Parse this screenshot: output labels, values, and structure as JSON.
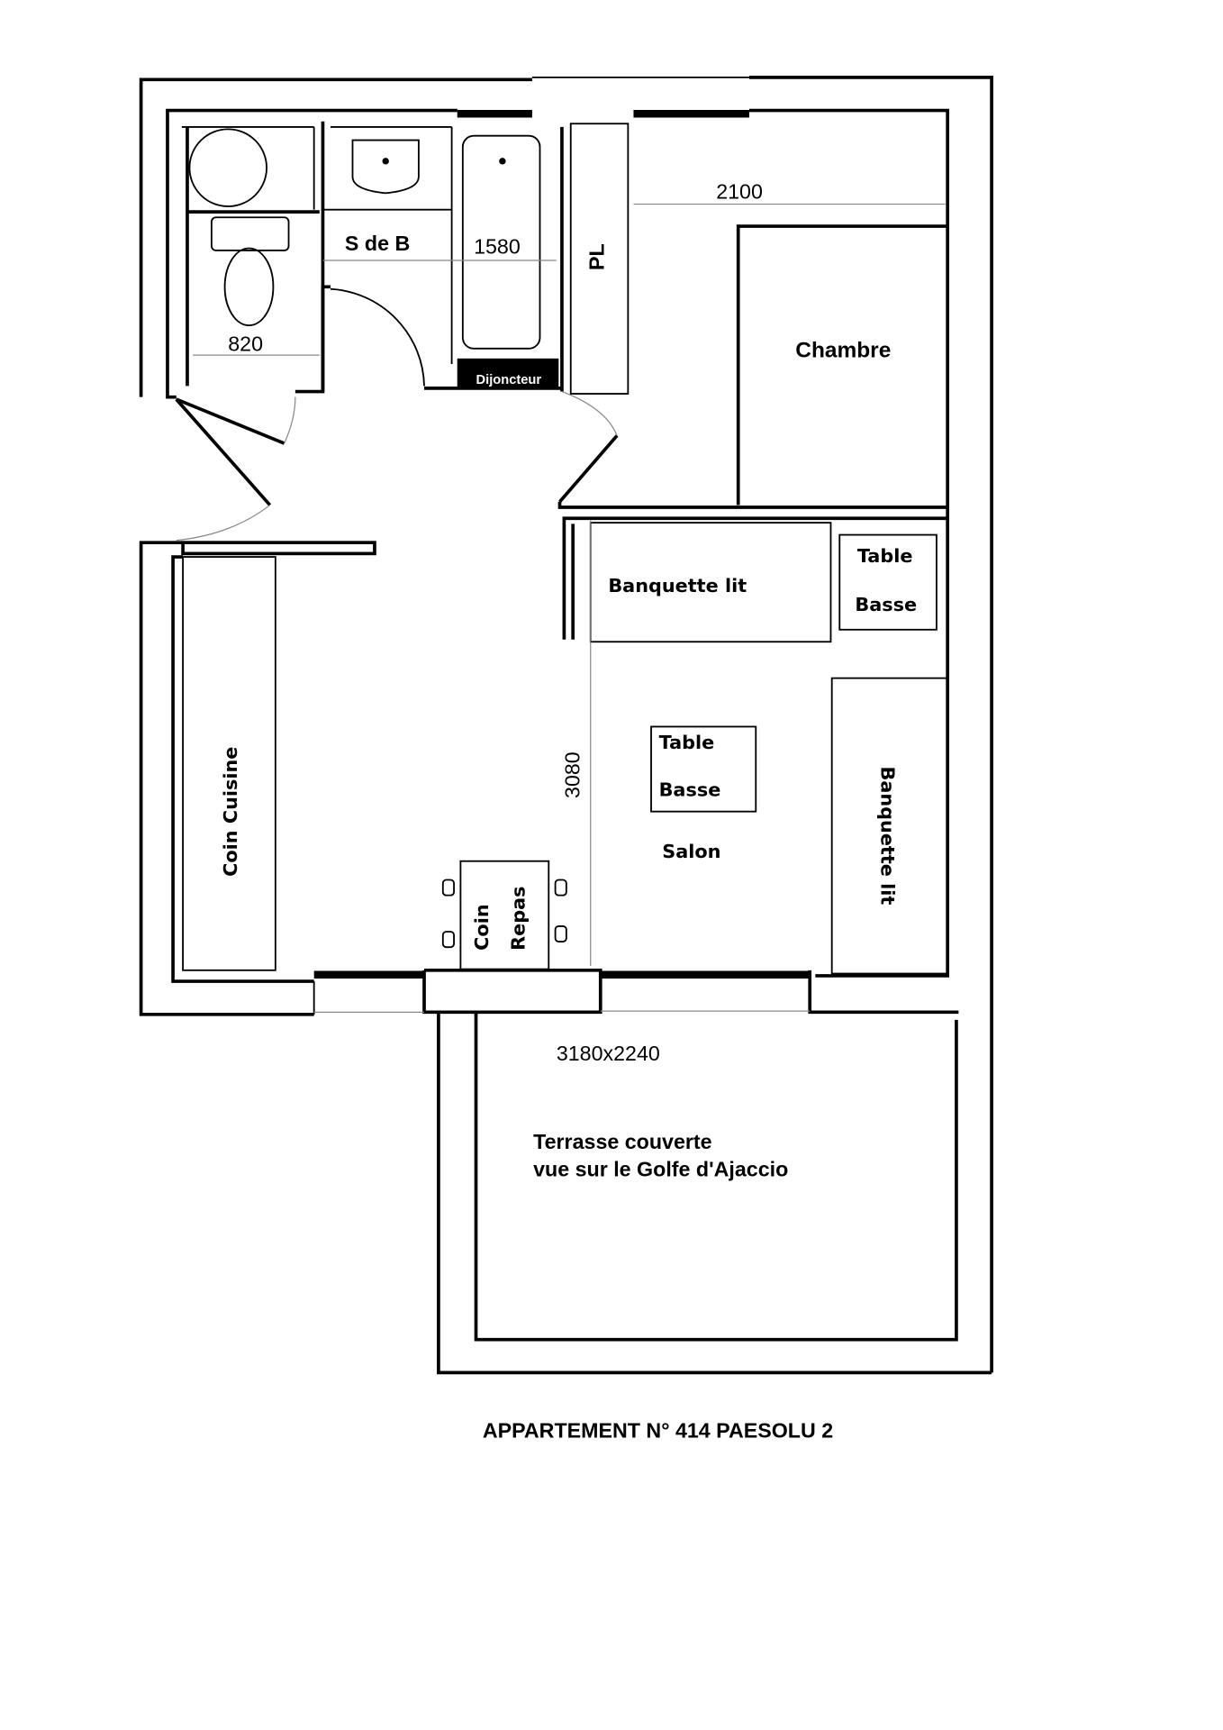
{
  "title": "APPARTEMENT N° 414 PAESOLU 2",
  "rooms": {
    "bathroom": "S de B",
    "closet": "PL",
    "breaker": "Dijoncteur",
    "bedroom": "Chambre",
    "living": "Salon",
    "kitchen": "Coin Cuisine",
    "dining_1": "Coin",
    "dining_2": "Repas",
    "sofa_bed_top": "Banquette lit",
    "sofa_bed_right": "Banquette lit",
    "coffee_table_1_a": "Table",
    "coffee_table_1_b": "Basse",
    "coffee_table_2_a": "Table",
    "coffee_table_2_b": "Basse",
    "terrace_1": "Terrasse couverte",
    "terrace_2": "vue sur le Golfe d'Ajaccio"
  },
  "dimensions": {
    "wc_width": "820",
    "bath_width": "1580",
    "bedroom_width": "2100",
    "living_depth": "3080",
    "terrace_size": "3180x2240"
  }
}
